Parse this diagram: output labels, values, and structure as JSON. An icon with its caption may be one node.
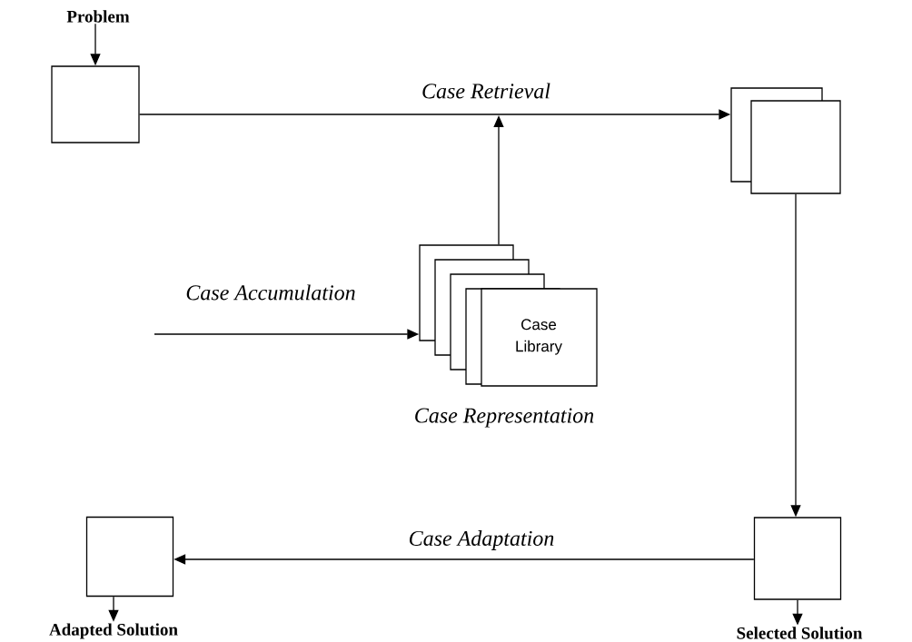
{
  "diagram": {
    "nodes": [
      {
        "text": [
          "Problem"
        ]
      },
      {
        "text": [],
        "shape": "box"
      },
      {
        "text": [],
        "shape": "box"
      },
      {
        "text": [
          "Case Library"
        ],
        "beside": [
          "Case Representation"
        ]
      },
      {
        "text": [],
        "shape": "box"
      },
      {
        "text": [],
        "shape": "box"
      },
      {
        "text": [
          "Adapted Solution"
        ]
      },
      {
        "text": [
          "Selected Solution"
        ]
      }
    ],
    "edges": [
      {
        "from": 0,
        "to": 1,
        "arrow": "to"
      },
      {
        "from": 1,
        "to": 2,
        "arrow": "to",
        "label": "Case Retrieval"
      },
      {
        "from": 3,
        "to": null,
        "arrow": "to"
      },
      {
        "from": null,
        "to": 3,
        "arrow": "to",
        "label": "Case Accumulation"
      },
      {
        "from": 2,
        "to": 4,
        "arrow": "to"
      },
      {
        "from": 4,
        "to": 5,
        "arrow": "to",
        "label": "Case Adaptation"
      },
      {
        "from": 5,
        "to": 6,
        "arrow": "to"
      },
      {
        "from": 4,
        "to": 7,
        "arrow": "to"
      }
    ]
  }
}
